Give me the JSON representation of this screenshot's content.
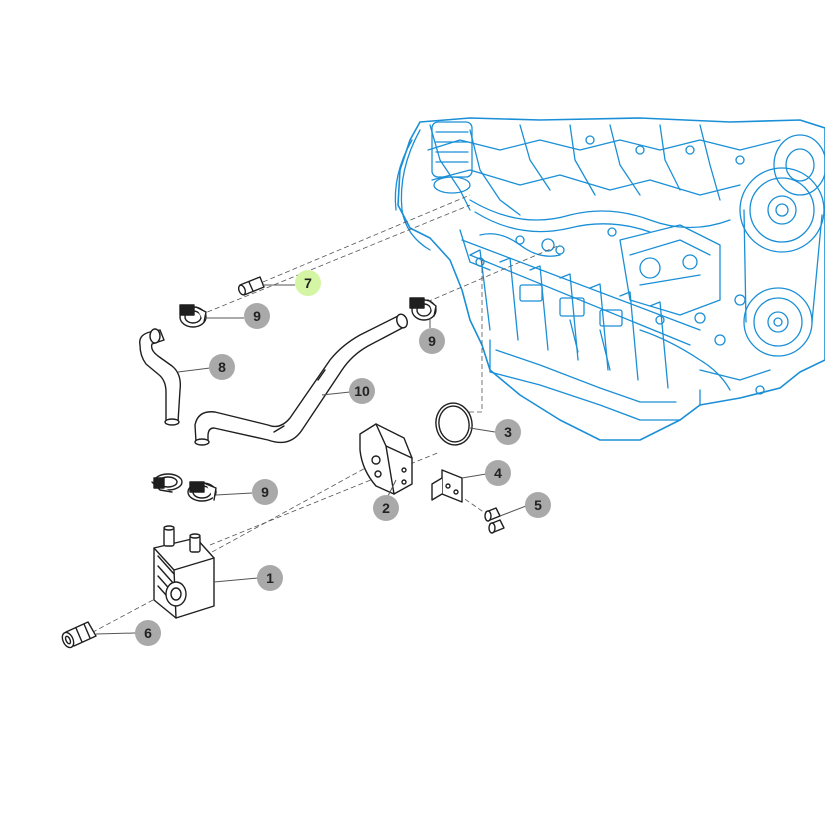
{
  "colors": {
    "background": "#ffffff",
    "engine_line": "#1a8fd6",
    "part_line": "#1f1f1f",
    "leader_line": "#555555",
    "callout_fill": "#a9a9a9",
    "callout_highlight": "#d4f5a4",
    "callout_text": "#222222"
  },
  "callouts": [
    {
      "id": "c1",
      "label": "1",
      "part": "oil-cooler",
      "highlighted": false
    },
    {
      "id": "c2",
      "label": "2",
      "part": "adapter-housing",
      "highlighted": false
    },
    {
      "id": "c3",
      "label": "3",
      "part": "o-ring",
      "highlighted": false
    },
    {
      "id": "c4",
      "label": "4",
      "part": "bracket",
      "highlighted": false
    },
    {
      "id": "c5",
      "label": "5",
      "part": "bolts",
      "highlighted": false
    },
    {
      "id": "c6",
      "label": "6",
      "part": "fitting",
      "highlighted": false
    },
    {
      "id": "c7",
      "label": "7",
      "part": "pipe-connector",
      "highlighted": true
    },
    {
      "id": "c8",
      "label": "8",
      "part": "hose-short",
      "highlighted": false
    },
    {
      "id": "c9a",
      "label": "9",
      "part": "hose-clamp-upper",
      "highlighted": false
    },
    {
      "id": "c9b",
      "label": "9",
      "part": "hose-clamp-right",
      "highlighted": false
    },
    {
      "id": "c9c",
      "label": "9",
      "part": "hose-clamp-lower",
      "highlighted": false
    },
    {
      "id": "c10",
      "label": "10",
      "part": "hose-long",
      "highlighted": false
    }
  ]
}
